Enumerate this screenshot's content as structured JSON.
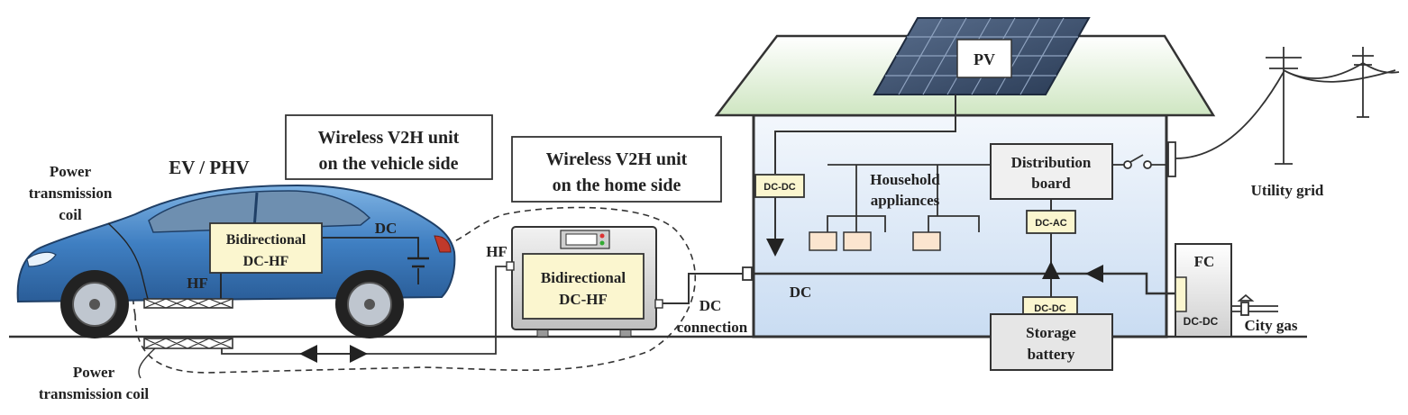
{
  "colors": {
    "wall_fill": "#dde9f7",
    "roof_fill": "#d9ebd0",
    "box_fill": "#fbf6cf",
    "car_body": "#4e86c4",
    "panel_fill": "#3a4f6e",
    "line": "#333333"
  },
  "labels": {
    "pv": "PV",
    "household_line1": "Household",
    "household_line2": "appliances",
    "distribution_line1": "Distribution",
    "distribution_line2": "board",
    "utility_grid": "Utility grid",
    "dcdc_house": "DC-DC",
    "dcac": "DC-AC",
    "dcdc_battery": "DC-DC",
    "storage_line1": "Storage",
    "storage_line2": "battery",
    "dc_bus": "DC",
    "fc": "FC",
    "dcdc_fc": "DC-DC",
    "city_gas": "City gas",
    "ev_phv": "EV / PHV",
    "power_coil_car_1": "Power",
    "power_coil_car_2": "transmission",
    "power_coil_car_3": "coil",
    "bidir_car_1": "Bidirectional",
    "bidir_car_2": "DC-HF",
    "dc_car": "DC",
    "hf_car": "HF",
    "v2h_vehicle_1": "Wireless V2H unit",
    "v2h_vehicle_2": "on the vehicle side",
    "v2h_home_1": "Wireless V2H unit",
    "v2h_home_2": "on the home side",
    "hf_home": "HF",
    "bidir_home_1": "Bidirectional",
    "bidir_home_2": "DC-HF",
    "dc_connection_1": "DC",
    "dc_connection_2": "connection",
    "ground_coil_1": "Power",
    "ground_coil_2": "transmission  coil"
  }
}
